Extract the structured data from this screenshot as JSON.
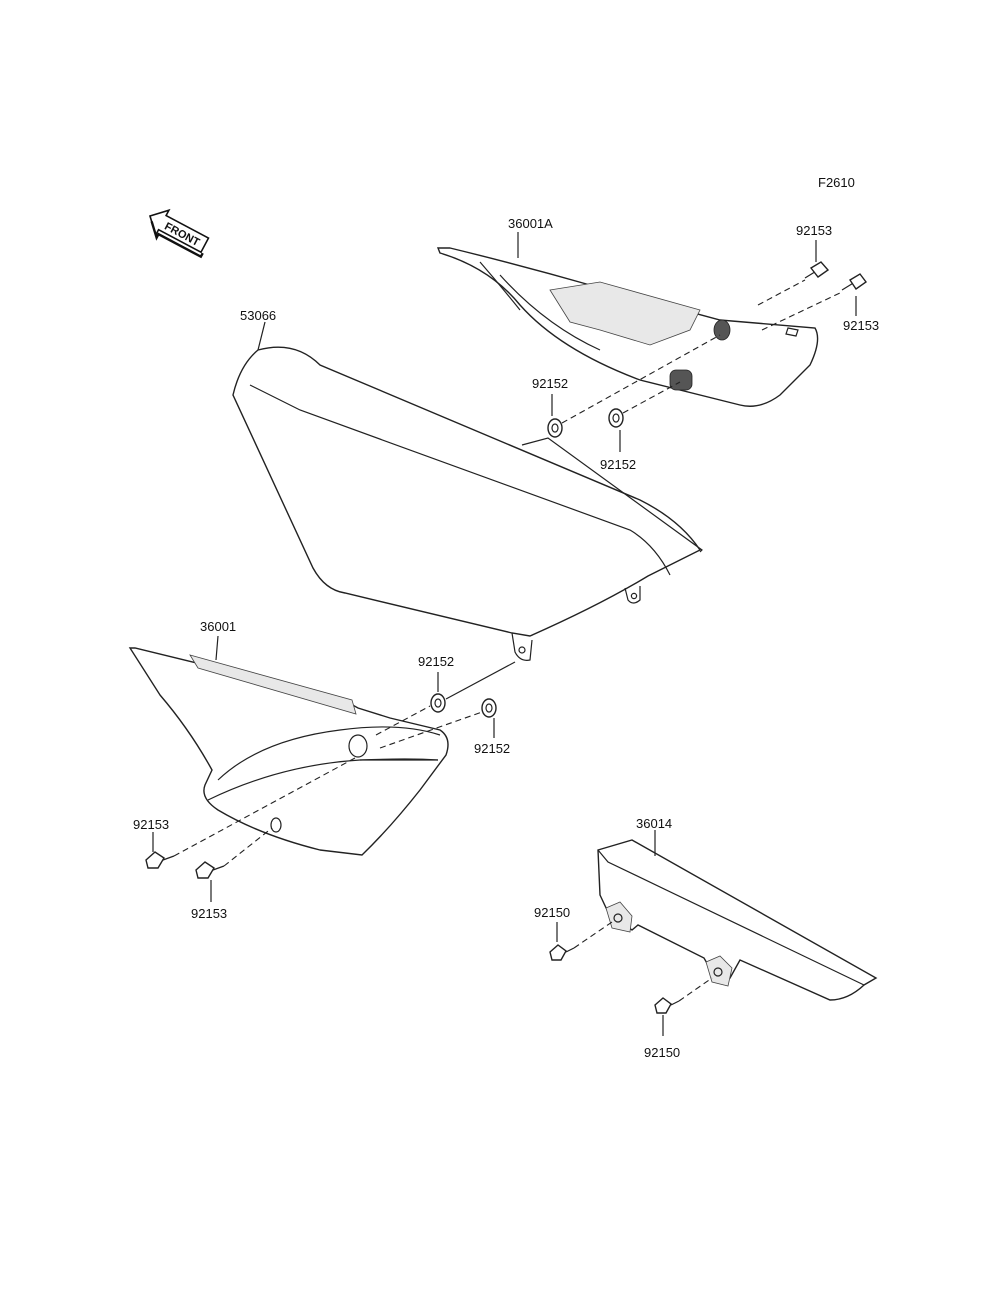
{
  "figure_code": "F2610",
  "front_label": "FRONT",
  "callouts": {
    "seat": "53066",
    "side_cover_right": "36001A",
    "side_cover_left": "36001",
    "chain_guard": "36014",
    "bolt_tr_a": "92153",
    "bolt_tr_b": "92153",
    "collar_tr_a": "92152",
    "collar_tr_b": "92152",
    "collar_l_a": "92152",
    "collar_l_b": "92152",
    "bolt_l_a": "92153",
    "bolt_l_b": "92153",
    "bolt_cg_a": "92150",
    "bolt_cg_b": "92150"
  }
}
